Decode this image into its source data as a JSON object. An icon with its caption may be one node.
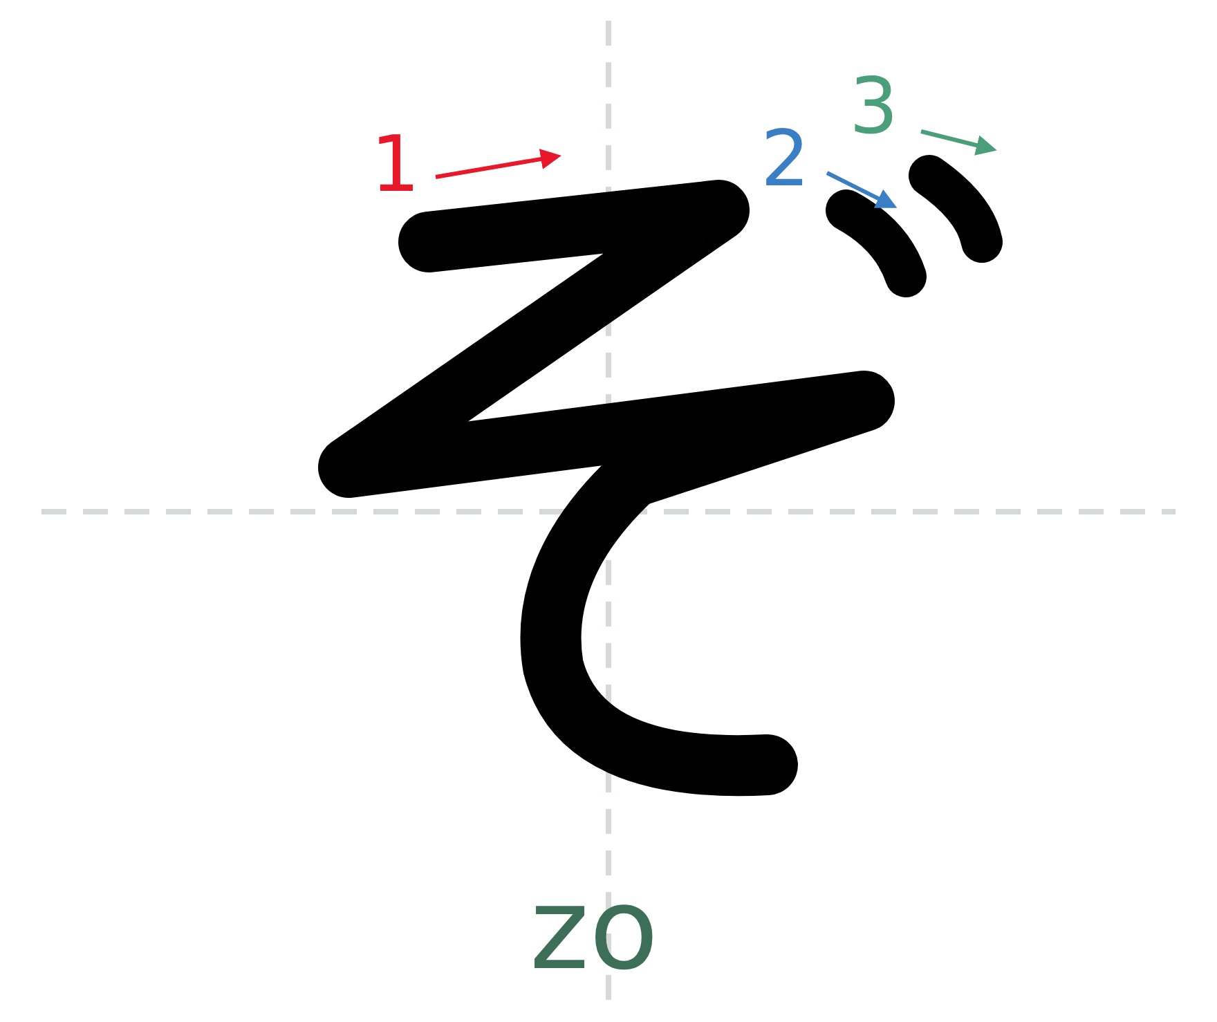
{
  "diagram": {
    "labels": [
      "1",
      "2",
      "3",
      "zo"
    ]
  }
}
